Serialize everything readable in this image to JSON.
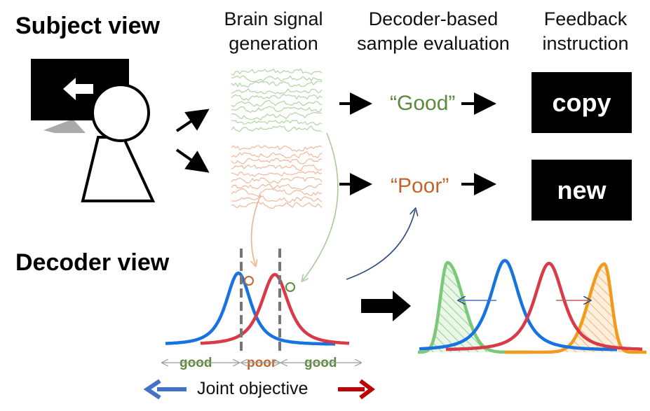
{
  "subject_view": {
    "title": "Subject view"
  },
  "decoder_view": {
    "title": "Decoder view"
  },
  "columns": {
    "brain_signal": [
      "Brain signal",
      "generation"
    ],
    "decoder_eval": [
      "Decoder-based",
      "sample evaluation"
    ],
    "feedback": [
      "Feedback",
      "instruction"
    ]
  },
  "evaluations": {
    "good": "“Good”",
    "poor": "“Poor”"
  },
  "instructions": {
    "copy": "copy",
    "new": "new"
  },
  "segments": {
    "left": "good",
    "middle": "poor",
    "right": "good"
  },
  "joint_objective": "Joint objective",
  "colors": {
    "blue": "#1673e0",
    "red": "#d93a49",
    "green": "#7cc87a",
    "orange": "#f29a1a",
    "good_text": "#5b8a3c",
    "poor_text": "#c0662a",
    "arrow_blue": "#4472c4",
    "arrow_red": "#c00000"
  }
}
